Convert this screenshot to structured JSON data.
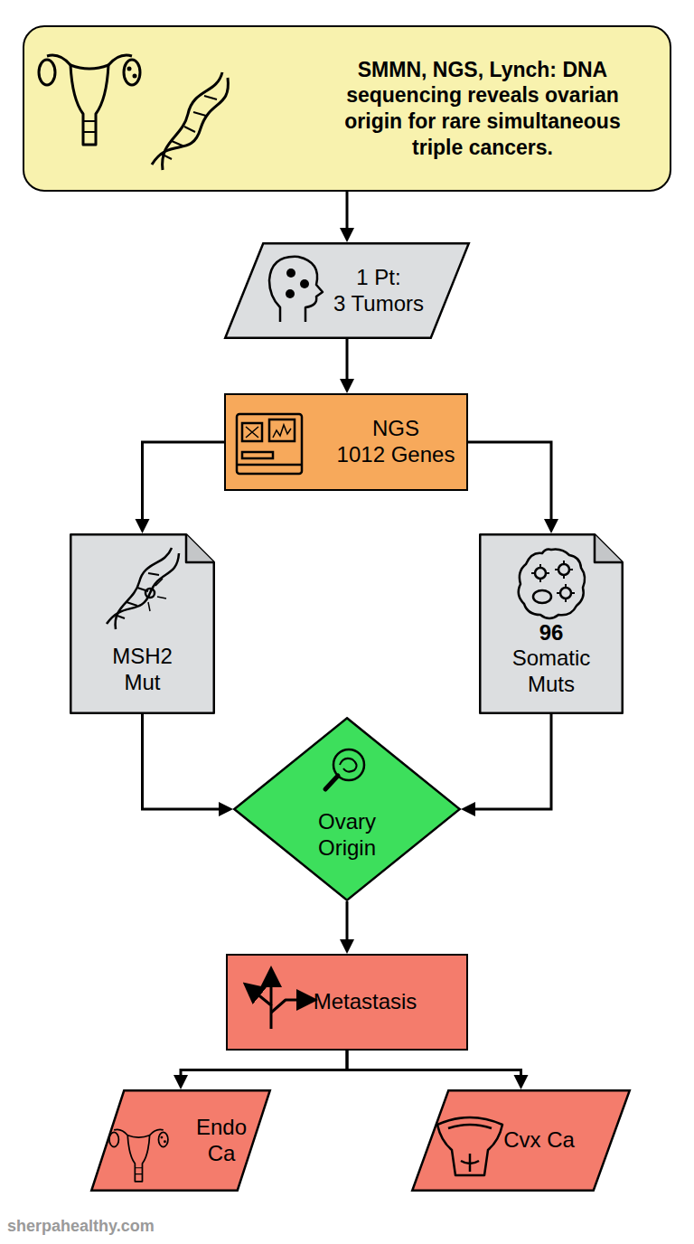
{
  "diagram": {
    "nodes": [
      {
        "text": [
          "SMMN, NGS, Lynch: DNA sequencing reveals ovarian origin for rare simultaneous triple cancers."
        ]
      },
      {
        "text": [
          "1 Pt:",
          "3 Tumors"
        ]
      },
      {
        "text": [
          "NGS",
          "1012 Genes"
        ]
      },
      {
        "text": [
          "MSH2 Mut"
        ]
      },
      {
        "text": [
          "96",
          "Somatic Muts"
        ]
      },
      {
        "text": [
          "Ovary Origin"
        ]
      },
      {
        "text": [
          "Metastasis"
        ]
      },
      {
        "text": [
          "Endo Ca"
        ]
      },
      {
        "text": [
          "Cvx Ca"
        ]
      }
    ],
    "edges": [
      {
        "from": 0,
        "to": 1,
        "arrow": "to"
      },
      {
        "from": 1,
        "to": 2,
        "arrow": "to"
      },
      {
        "from": 2,
        "to": 3,
        "arrow": "to"
      },
      {
        "from": 2,
        "to": 4,
        "arrow": "to"
      },
      {
        "from": 3,
        "to": 5,
        "arrow": "to"
      },
      {
        "from": 4,
        "to": 5,
        "arrow": "to"
      },
      {
        "from": 5,
        "to": 6,
        "arrow": "to"
      },
      {
        "from": 6,
        "to": 7,
        "arrow": "to"
      },
      {
        "from": 6,
        "to": 8,
        "arrow": "to"
      }
    ],
    "labels": [
      "sherpahealthy.com"
    ]
  }
}
